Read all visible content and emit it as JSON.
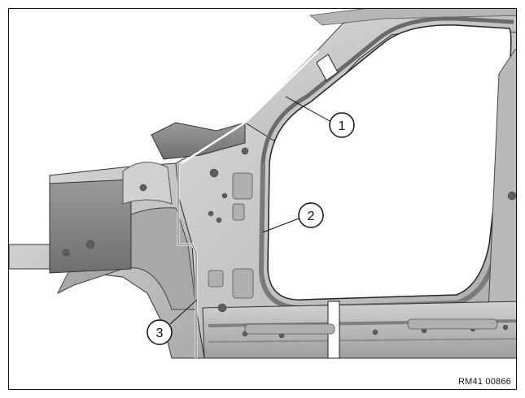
{
  "figure": {
    "reference_code": "RM41 00866",
    "callouts": [
      {
        "label": "1"
      },
      {
        "label": "2"
      },
      {
        "label": "3"
      }
    ],
    "colors": {
      "panel": "#c7c7c7",
      "panel_dark": "#8e8e8e",
      "panel_light": "#e3e3e3",
      "line": "#111111",
      "cut_band": "#ffffff"
    }
  }
}
